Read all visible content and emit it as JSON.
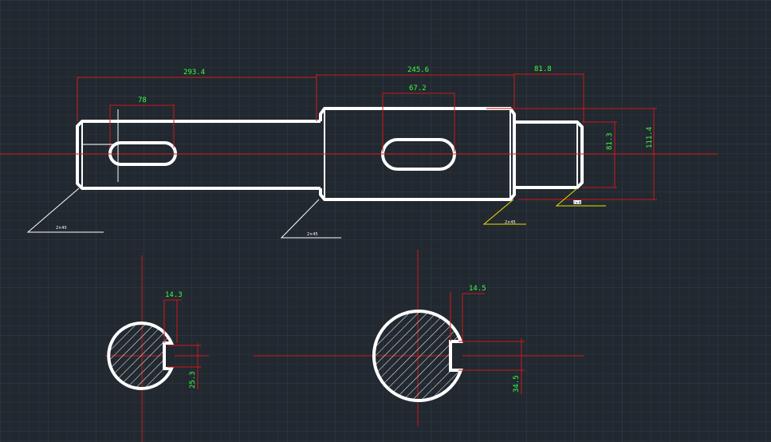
{
  "colors": {
    "background": "#212830",
    "grid_minor": "#2b333d",
    "grid_major": "#34404c",
    "part_outline": "#ffffff",
    "center_line": "#d01818",
    "dimension_line": "#d01818",
    "dimension_text": "#3cff3c",
    "leader_yellow": "#e8e000"
  },
  "dimensions": {
    "left_length": "293.4",
    "middle_length": "245.6",
    "right_length": "81.8",
    "left_keyway_length": "78",
    "middle_keyway_length": "67.2",
    "right_small_diameter": "81.3",
    "right_large_diameter": "111.4",
    "section1_key_width": "14.3",
    "section1_depth": "25.3",
    "section2_key_width": "14.5",
    "section2_depth": "34.5"
  },
  "chamfer_labels": {
    "left_chamfer": "2×45",
    "middle_chamfer": "2×45",
    "right_chamfer_yellow": "2×45",
    "right_chamfer_white": "2×45"
  }
}
